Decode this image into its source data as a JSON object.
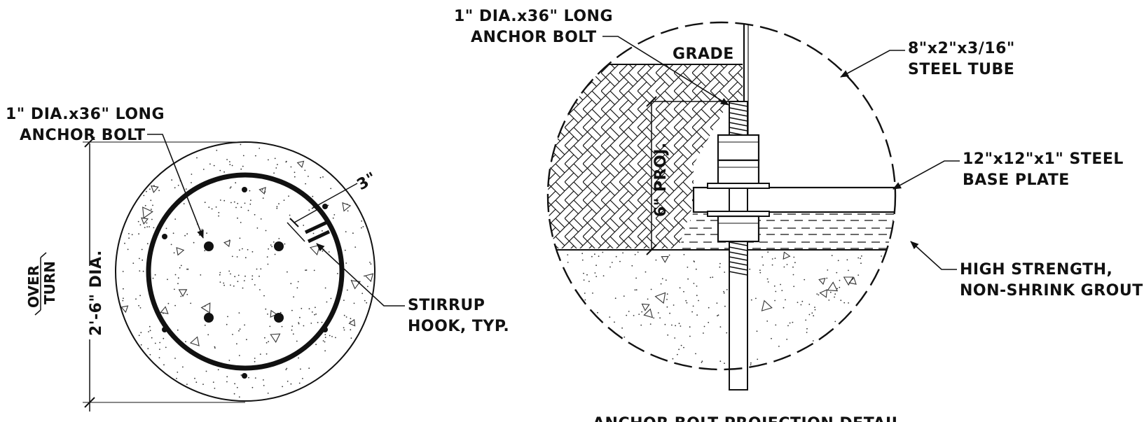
{
  "colors": {
    "ink": "#111111",
    "paper": "#ffffff",
    "concrete_speckle": "#333333"
  },
  "section": {
    "anchor_bolt_label": [
      "1\" DIA.x36\" LONG",
      "ANCHOR BOLT"
    ],
    "diameter_label": "2'-6\" DIA.",
    "overturn_label": [
      "OVER",
      "TURN"
    ],
    "cover_label": "3\"",
    "stirrup_label": [
      "STIRRUP",
      "HOOK, TYP."
    ]
  },
  "detail": {
    "anchor_bolt_label": [
      "1\" DIA.x36\" LONG",
      "ANCHOR BOLT"
    ],
    "grade_label": "GRADE",
    "steel_tube_label": [
      "8\"x2\"x3/16\"",
      "STEEL TUBE"
    ],
    "projection_label": "6\" PROJ.",
    "base_plate_label": [
      "12\"x12\"x1\" STEEL",
      "BASE PLATE"
    ],
    "grout_label": [
      "HIGH STRENGTH,",
      "NON-SHRINK GROUT"
    ],
    "title": "ANCHOR BOLT PROJECTION DETAIL"
  }
}
